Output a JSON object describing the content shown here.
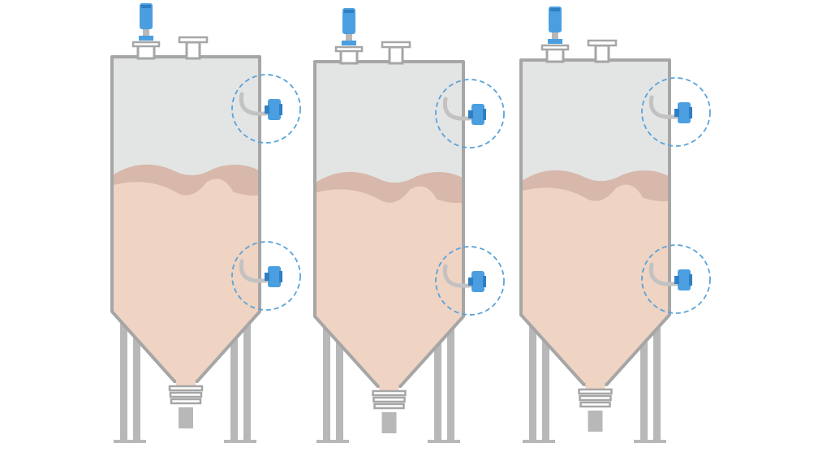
{
  "diagram": {
    "silos": [
      {
        "id": "silo-1",
        "fill_level": 0.56,
        "point_sensors": [
          "high-level",
          "low-level"
        ],
        "top_sensor": "radar-level-transmitter"
      },
      {
        "id": "silo-2",
        "fill_level": 0.55,
        "point_sensors": [
          "high-level",
          "low-level"
        ],
        "top_sensor": "radar-level-transmitter"
      },
      {
        "id": "silo-3",
        "fill_level": 0.55,
        "point_sensors": [
          "high-level",
          "low-level"
        ],
        "top_sensor": "radar-level-transmitter"
      }
    ],
    "colors": {
      "background": "#ffffff",
      "wall": "#a6a6a6",
      "interior": "#e3e4e4",
      "material": "#efd3c3",
      "material_shadow": "#d7b8aa",
      "legs": "#b8b8b8",
      "sensor_blue": "#4b9fe0",
      "sensor_blue_dark": "#2f7fc4",
      "highlight_circle": "#5aa3d9",
      "probe_gray": "#c2c2c2"
    },
    "icons": [
      "radar-sensor-icon",
      "vibrating-fork-level-switch-icon"
    ]
  }
}
